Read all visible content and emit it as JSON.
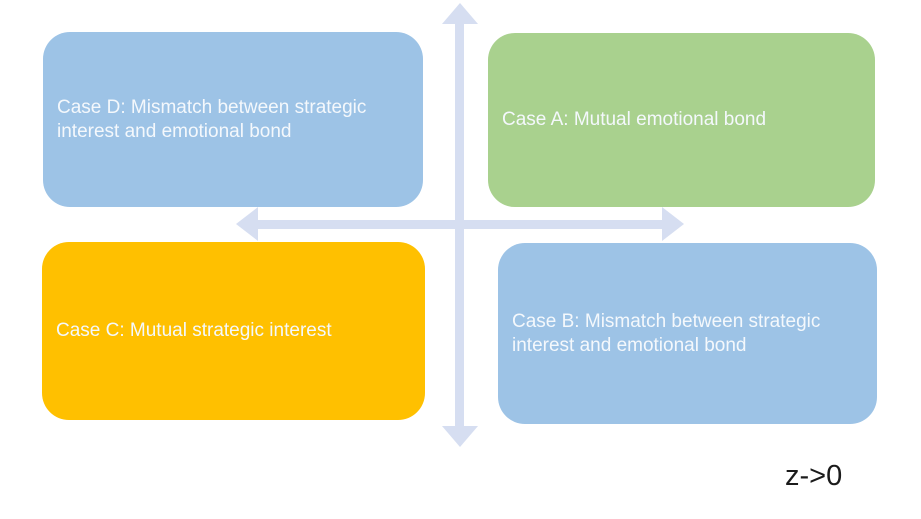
{
  "diagram": {
    "quadrants": {
      "case_d": {
        "label": "Case D: Mismatch between strategic interest and emotional bond",
        "color": "#9DC3E6"
      },
      "case_a": {
        "label": "Case A: Mutual emotional bond",
        "color": "#A9D18E"
      },
      "case_c": {
        "label": "Case C: Mutual strategic interest",
        "color": "#FFC000"
      },
      "case_b": {
        "label": "Case B: Mismatch between strategic interest and emotional bond",
        "color": "#9DC3E6"
      }
    },
    "axes": {
      "vertical": "double-headed-arrow",
      "horizontal": "double-headed-arrow"
    },
    "annotation": {
      "label": "z->0"
    }
  },
  "colors": {
    "quadrant_blue": "#9DC3E6",
    "quadrant_green": "#A9D18E",
    "quadrant_orange": "#FFC000",
    "axis_arrow": "#D6DEF1",
    "quadrant_text": "#F4F8FC",
    "annotation_text": "#1B1B1B",
    "canvas_bg": "#FFFFFF"
  }
}
